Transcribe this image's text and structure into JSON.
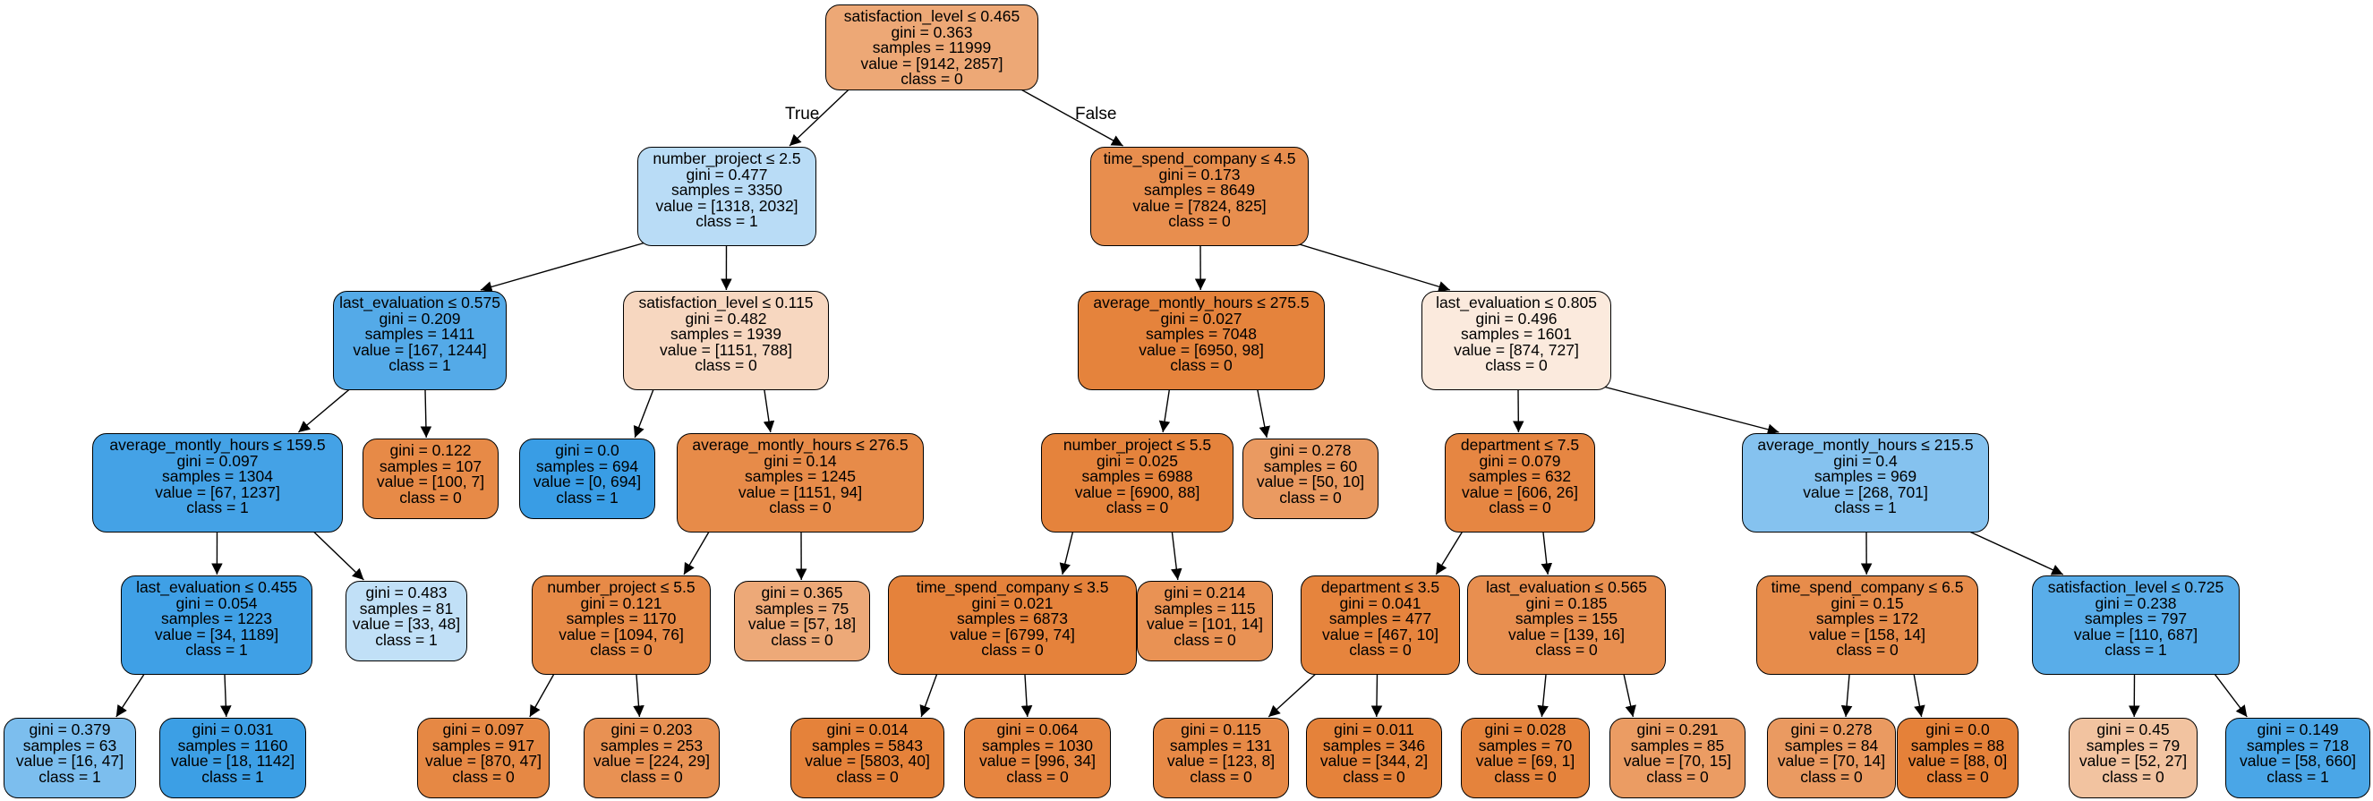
{
  "edge_labels": {
    "true_label": "True",
    "false_label": "False"
  },
  "colors": {
    "class0_strong": "#e58139",
    "class1_strong": "#399de5",
    "stroke": "#000000"
  },
  "nodes": [
    {
      "id": 0,
      "condition": "satisfaction_level ≤ 0.465",
      "gini": "gini = 0.363",
      "samples": "samples = 11999",
      "value": "value = [9142, 2857]",
      "class": "class = 0",
      "fill": "#eda876"
    },
    {
      "id": 1,
      "condition": "number_project ≤ 2.5",
      "gini": "gini = 0.477",
      "samples": "samples = 3350",
      "value": "value = [1318, 2032]",
      "class": "class = 1",
      "fill": "#b9dcf6"
    },
    {
      "id": 2,
      "condition": "time_spend_company ≤ 4.5",
      "gini": "gini = 0.173",
      "samples": "samples = 8649",
      "value": "value = [7824, 825]",
      "class": "class = 0",
      "fill": "#e88e4e"
    },
    {
      "id": 3,
      "condition": "last_evaluation ≤ 0.575",
      "gini": "gini = 0.209",
      "samples": "samples = 1411",
      "value": "value = [167, 1244]",
      "class": "class = 1",
      "fill": "#54aae8"
    },
    {
      "id": 4,
      "condition": "satisfaction_level ≤ 0.115",
      "gini": "gini = 0.482",
      "samples": "samples = 1939",
      "value": "value = [1151, 788]",
      "class": "class = 0",
      "fill": "#f7d7c0"
    },
    {
      "id": 5,
      "condition": "average_montly_hours ≤ 275.5",
      "gini": "gini = 0.027",
      "samples": "samples = 7048",
      "value": "value = [6950, 98]",
      "class": "class = 0",
      "fill": "#e5833c"
    },
    {
      "id": 6,
      "condition": "last_evaluation ≤ 0.805",
      "gini": "gini = 0.496",
      "samples": "samples = 1601",
      "value": "value = [874, 727]",
      "class": "class = 0",
      "fill": "#fbeadd"
    },
    {
      "id": 7,
      "condition": "average_montly_hours ≤ 159.5",
      "gini": "gini = 0.097",
      "samples": "samples = 1304",
      "value": "value = [67, 1237]",
      "class": "class = 1",
      "fill": "#44a2e6"
    },
    {
      "id": 8,
      "condition": "",
      "gini": "gini = 0.122",
      "samples": "samples = 107",
      "value": "value = [100, 7]",
      "class": "class = 0",
      "fill": "#e78a47"
    },
    {
      "id": 9,
      "condition": "",
      "gini": "gini = 0.0",
      "samples": "samples = 694",
      "value": "value = [0, 694]",
      "class": "class = 1",
      "fill": "#399de5"
    },
    {
      "id": 10,
      "condition": "average_montly_hours ≤ 276.5",
      "gini": "gini = 0.14",
      "samples": "samples = 1245",
      "value": "value = [1151, 94]",
      "class": "class = 0",
      "fill": "#e78b49"
    },
    {
      "id": 11,
      "condition": "number_project ≤ 5.5",
      "gini": "gini = 0.025",
      "samples": "samples = 6988",
      "value": "value = [6900, 88]",
      "class": "class = 0",
      "fill": "#e5833c"
    },
    {
      "id": 12,
      "condition": "",
      "gini": "gini = 0.278",
      "samples": "samples = 60",
      "value": "value = [50, 10]",
      "class": "class = 0",
      "fill": "#ea9a61"
    },
    {
      "id": 13,
      "condition": "department ≤ 7.5",
      "gini": "gini = 0.079",
      "samples": "samples = 632",
      "value": "value = [606, 26]",
      "class": "class = 0",
      "fill": "#e68642"
    },
    {
      "id": 14,
      "condition": "average_montly_hours ≤ 215.5",
      "gini": "gini = 0.4",
      "samples": "samples = 969",
      "value": "value = [268, 701]",
      "class": "class = 1",
      "fill": "#85c2ef"
    },
    {
      "id": 15,
      "condition": "last_evaluation ≤ 0.455",
      "gini": "gini = 0.054",
      "samples": "samples = 1223",
      "value": "value = [34, 1189]",
      "class": "class = 1",
      "fill": "#3fa0e6"
    },
    {
      "id": 16,
      "condition": "",
      "gini": "gini = 0.483",
      "samples": "samples = 81",
      "value": "value = [33, 48]",
      "class": "class = 1",
      "fill": "#c1e0f7"
    },
    {
      "id": 17,
      "condition": "number_project ≤ 5.5",
      "gini": "gini = 0.121",
      "samples": "samples = 1170",
      "value": "value = [1094, 76]",
      "class": "class = 0",
      "fill": "#e78a47"
    },
    {
      "id": 18,
      "condition": "",
      "gini": "gini = 0.365",
      "samples": "samples = 75",
      "value": "value = [57, 18]",
      "class": "class = 0",
      "fill": "#eda978"
    },
    {
      "id": 19,
      "condition": "time_spend_company ≤ 3.5",
      "gini": "gini = 0.021",
      "samples": "samples = 6873",
      "value": "value = [6799, 74]",
      "class": "class = 0",
      "fill": "#e5823b"
    },
    {
      "id": 20,
      "condition": "",
      "gini": "gini = 0.214",
      "samples": "samples = 115",
      "value": "value = [101, 14]",
      "class": "class = 0",
      "fill": "#e99254"
    },
    {
      "id": 21,
      "condition": "department ≤ 3.5",
      "gini": "gini = 0.041",
      "samples": "samples = 477",
      "value": "value = [467, 10]",
      "class": "class = 0",
      "fill": "#e6843d"
    },
    {
      "id": 22,
      "condition": "last_evaluation ≤ 0.565",
      "gini": "gini = 0.185",
      "samples": "samples = 155",
      "value": "value = [139, 16]",
      "class": "class = 0",
      "fill": "#e88f50"
    },
    {
      "id": 23,
      "condition": "time_spend_company ≤ 6.5",
      "gini": "gini = 0.15",
      "samples": "samples = 172",
      "value": "value = [158, 14]",
      "class": "class = 0",
      "fill": "#e78c4b"
    },
    {
      "id": 24,
      "condition": "satisfaction_level ≤ 0.725",
      "gini": "gini = 0.238",
      "samples": "samples = 797",
      "value": "value = [110, 687]",
      "class": "class = 1",
      "fill": "#59ade9"
    },
    {
      "id": 25,
      "condition": "",
      "gini": "gini = 0.379",
      "samples": "samples = 63",
      "value": "value = [16, 47]",
      "class": "class = 1",
      "fill": "#7cbeee"
    },
    {
      "id": 26,
      "condition": "",
      "gini": "gini = 0.031",
      "samples": "samples = 1160",
      "value": "value = [18, 1142]",
      "class": "class = 1",
      "fill": "#3c9fe5"
    },
    {
      "id": 27,
      "condition": "",
      "gini": "gini = 0.097",
      "samples": "samples = 917",
      "value": "value = [870, 47]",
      "class": "class = 0",
      "fill": "#e68844"
    },
    {
      "id": 28,
      "condition": "",
      "gini": "gini = 0.203",
      "samples": "samples = 253",
      "value": "value = [224, 29]",
      "class": "class = 0",
      "fill": "#e89153"
    },
    {
      "id": 29,
      "condition": "",
      "gini": "gini = 0.014",
      "samples": "samples = 5843",
      "value": "value = [5803, 40]",
      "class": "class = 0",
      "fill": "#e5823a"
    },
    {
      "id": 30,
      "condition": "",
      "gini": "gini = 0.064",
      "samples": "samples = 1030",
      "value": "value = [996, 34]",
      "class": "class = 0",
      "fill": "#e68540"
    },
    {
      "id": 31,
      "condition": "",
      "gini": "gini = 0.115",
      "samples": "samples = 131",
      "value": "value = [123, 8]",
      "class": "class = 0",
      "fill": "#e78946"
    },
    {
      "id": 32,
      "condition": "",
      "gini": "gini = 0.011",
      "samples": "samples = 346",
      "value": "value = [344, 2]",
      "class": "class = 0",
      "fill": "#e5823a"
    },
    {
      "id": 33,
      "condition": "",
      "gini": "gini = 0.028",
      "samples": "samples = 70",
      "value": "value = [69, 1]",
      "class": "class = 0",
      "fill": "#e5833c"
    },
    {
      "id": 34,
      "condition": "",
      "gini": "gini = 0.291",
      "samples": "samples = 85",
      "value": "value = [70, 15]",
      "class": "class = 0",
      "fill": "#eb9c63"
    },
    {
      "id": 35,
      "condition": "",
      "gini": "gini = 0.278",
      "samples": "samples = 84",
      "value": "value = [70, 14]",
      "class": "class = 0",
      "fill": "#ea9a61"
    },
    {
      "id": 36,
      "condition": "",
      "gini": "gini = 0.0",
      "samples": "samples = 88",
      "value": "value = [88, 0]",
      "class": "class = 0",
      "fill": "#e58139"
    },
    {
      "id": 37,
      "condition": "",
      "gini": "gini = 0.45",
      "samples": "samples = 79",
      "value": "value = [52, 27]",
      "class": "class = 0",
      "fill": "#f2c3a0"
    },
    {
      "id": 38,
      "condition": "",
      "gini": "gini = 0.149",
      "samples": "samples = 718",
      "value": "value = [58, 660]",
      "class": "class = 1",
      "fill": "#4aa6e7"
    }
  ],
  "edges": [
    [
      0,
      1
    ],
    [
      0,
      2
    ],
    [
      1,
      3
    ],
    [
      1,
      4
    ],
    [
      2,
      5
    ],
    [
      2,
      6
    ],
    [
      3,
      7
    ],
    [
      3,
      8
    ],
    [
      4,
      9
    ],
    [
      4,
      10
    ],
    [
      5,
      11
    ],
    [
      5,
      12
    ],
    [
      6,
      13
    ],
    [
      6,
      14
    ],
    [
      7,
      15
    ],
    [
      7,
      16
    ],
    [
      10,
      17
    ],
    [
      10,
      18
    ],
    [
      11,
      19
    ],
    [
      11,
      20
    ],
    [
      13,
      21
    ],
    [
      13,
      22
    ],
    [
      14,
      23
    ],
    [
      14,
      24
    ],
    [
      15,
      25
    ],
    [
      15,
      26
    ],
    [
      17,
      27
    ],
    [
      17,
      28
    ],
    [
      19,
      29
    ],
    [
      19,
      30
    ],
    [
      21,
      31
    ],
    [
      21,
      32
    ],
    [
      22,
      33
    ],
    [
      22,
      34
    ],
    [
      23,
      35
    ],
    [
      23,
      36
    ],
    [
      24,
      37
    ],
    [
      24,
      38
    ]
  ]
}
